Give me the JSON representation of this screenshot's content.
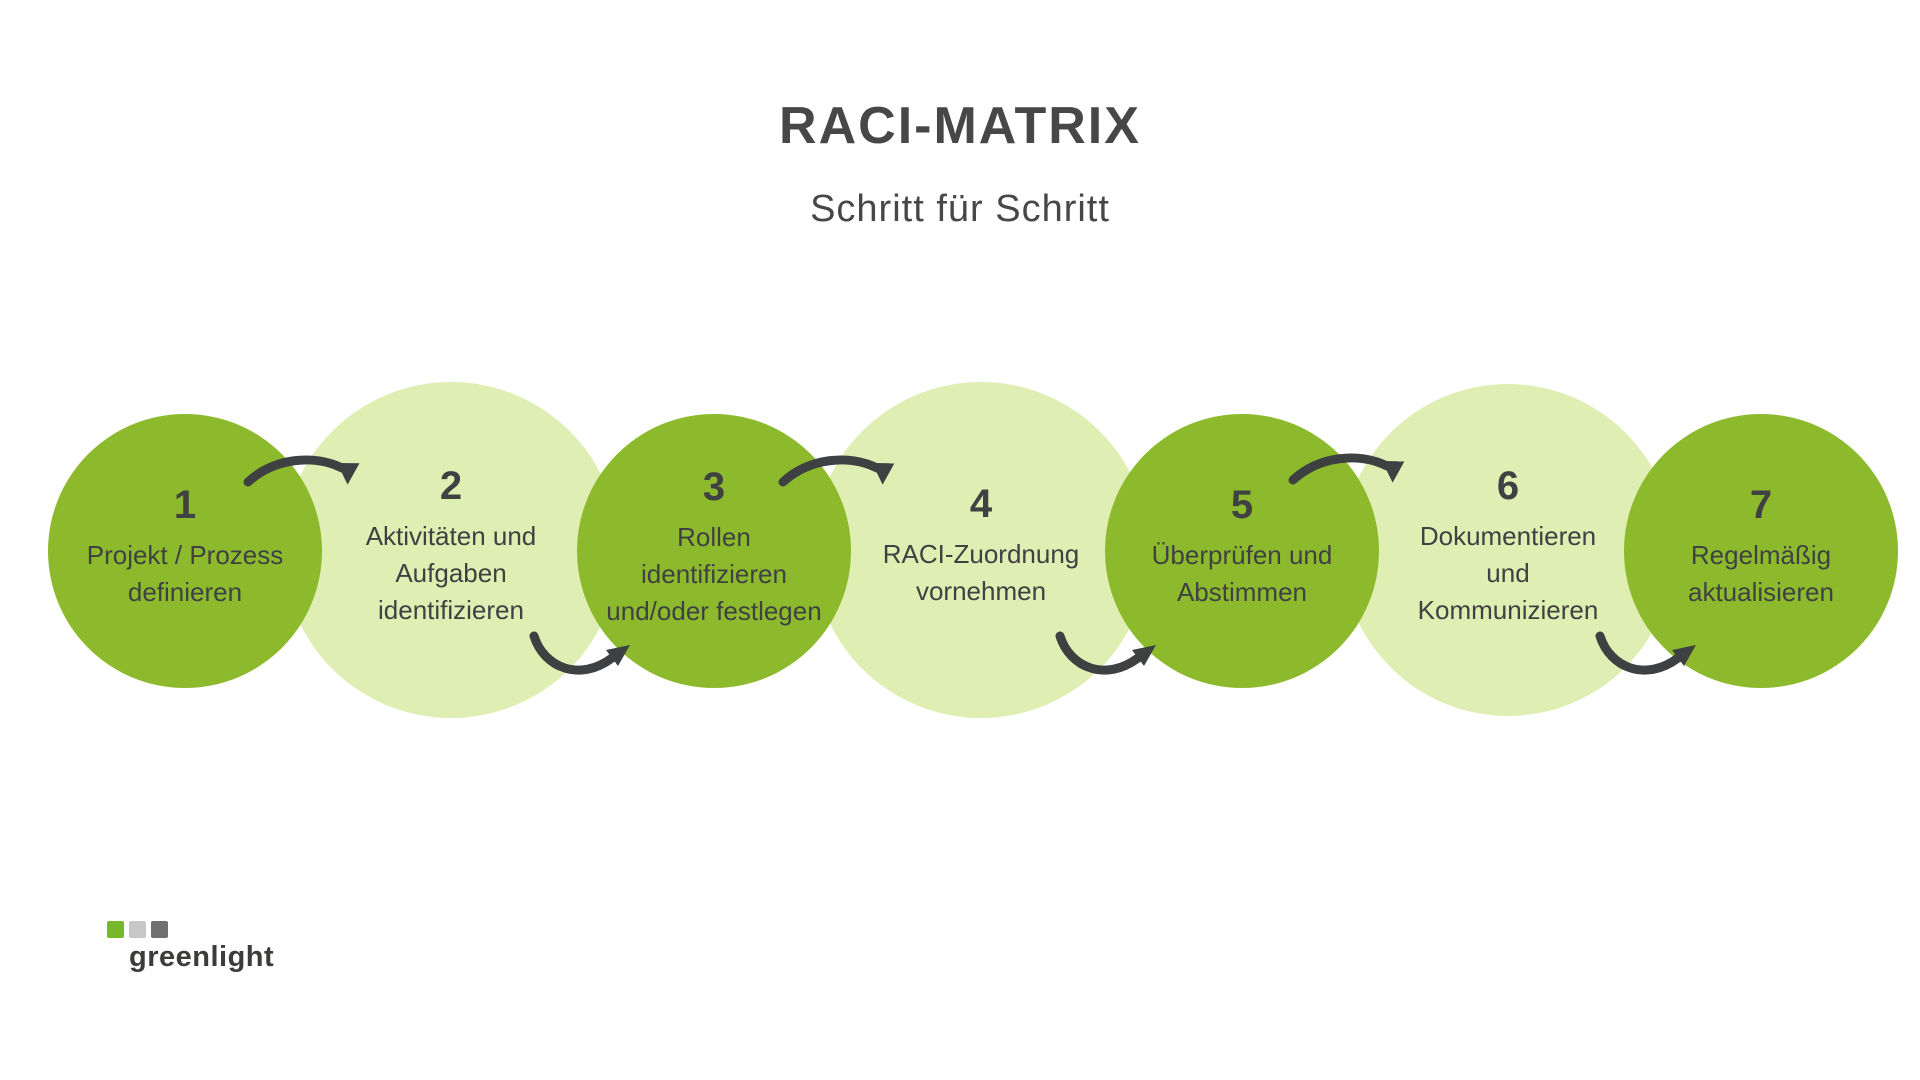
{
  "header": {
    "title": "RACI-MATRIX",
    "subtitle": "Schritt für Schritt"
  },
  "steps": [
    {
      "number": "1",
      "label": "Projekt / Prozess\ndefinieren"
    },
    {
      "number": "2",
      "label": "Aktivitäten und\nAufgaben\nidentifizieren"
    },
    {
      "number": "3",
      "label": "Rollen\nidentifizieren\nund/oder festlegen"
    },
    {
      "number": "4",
      "label": "RACI-Zuordnung\nvornehmen"
    },
    {
      "number": "5",
      "label": "Überprüfen und\nAbstimmen"
    },
    {
      "number": "6",
      "label": "Dokumentieren\nund\nKommunizieren"
    },
    {
      "number": "7",
      "label": "Regelmäßig\naktualisieren"
    }
  ],
  "logo": {
    "wordmark": "greenlight"
  },
  "colors": {
    "dark_circle": "#8cba2c",
    "light_circle": "#dfeeb2",
    "heading_text": "#474747",
    "body_text": "#3f4142",
    "arrow": "#3f4041",
    "logo_square_green": "#76b82a",
    "logo_square_lightgray": "#c7c7c7",
    "logo_square_darkgray": "#6f6f6e",
    "logo_text": "#3c3c3b"
  }
}
